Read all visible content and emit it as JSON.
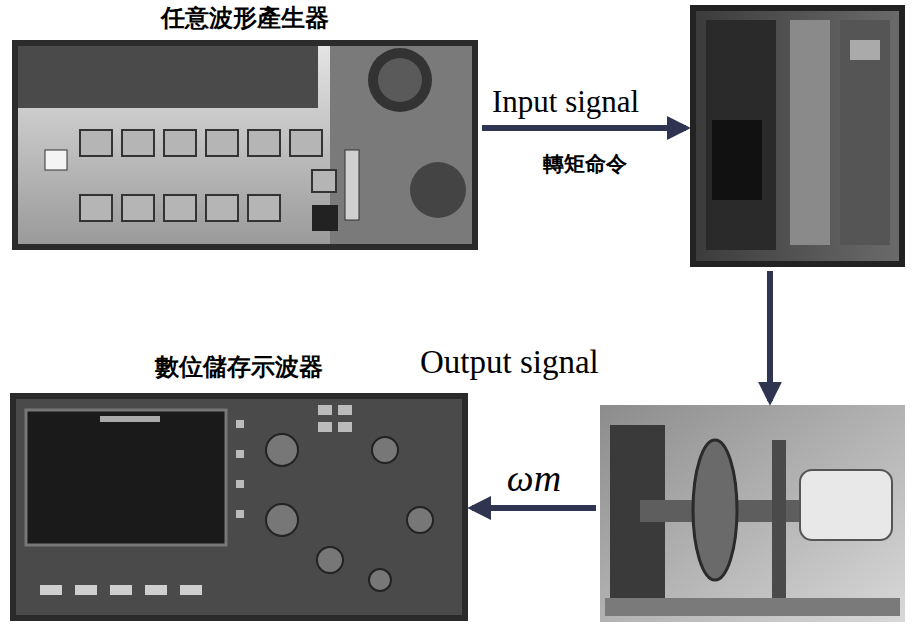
{
  "diagram": {
    "nodes": [
      {
        "text": [
          "任意波形產生器"
        ]
      },
      {
        "text": []
      },
      {
        "text": []
      },
      {
        "text": [
          "數位儲存示波器"
        ]
      }
    ],
    "edges": [
      {
        "from": 0,
        "to": 1,
        "arrow": "to"
      },
      {
        "from": 1,
        "to": 2,
        "arrow": "to"
      },
      {
        "from": 2,
        "to": 3,
        "arrow": "to",
        "label": "ωm"
      }
    ],
    "labels": [
      "Input signal",
      "轉矩命令",
      "Output signal"
    ]
  }
}
